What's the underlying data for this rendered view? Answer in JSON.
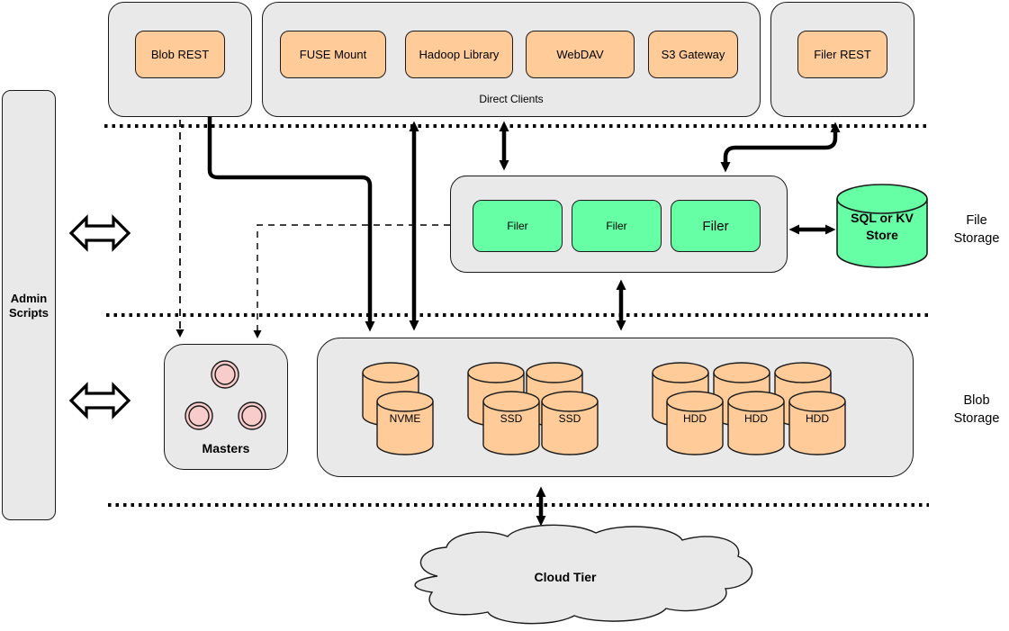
{
  "diagram": {
    "top_row": {
      "blob_rest_label": "Blob REST",
      "direct_clients_label": "Direct Clients",
      "client_items": [
        "FUSE Mount",
        "Hadoop Library",
        "WebDAV",
        "S3 Gateway"
      ],
      "filer_rest_label": "Filer REST"
    },
    "admin_label": "Admin Scripts",
    "file_tier": {
      "tier_label": "File Storage",
      "filer_labels": [
        "Filer",
        "Filer",
        "Filer"
      ],
      "store_label": "SQL or KV Store"
    },
    "blob_tier": {
      "tier_label": "Blob Storage",
      "masters_label": "Masters",
      "volume_labels": [
        "NVME",
        "SSD",
        "SSD",
        "HDD",
        "HDD",
        "HDD"
      ]
    },
    "cloud_label": "Cloud Tier",
    "colors": {
      "container_gray": "#E9E9E9",
      "client_orange": "#FFCC99",
      "filer_green": "#66FFA6",
      "master_pink": "#F8CCCA",
      "line_black": "#000000"
    }
  }
}
